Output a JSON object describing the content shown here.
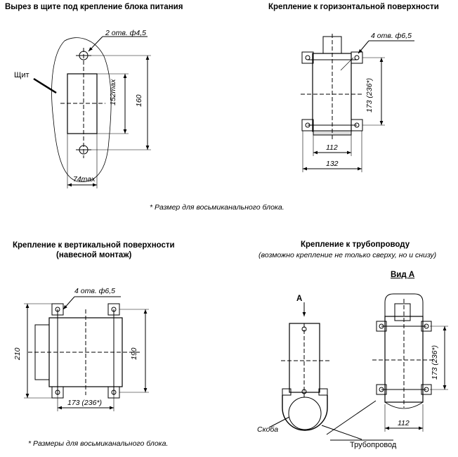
{
  "titles": {
    "cutout": "Вырез в щите под крепление блока питания",
    "horizontal": "Крепление к горизонтальной поверхности",
    "vertical_line1": "Крепление к вертикальной поверхности",
    "vertical_line2": "(навесной монтаж)",
    "pipe_line1": "Крепление к трубопроводу",
    "pipe_line2": "(возможно крепление не только сверху, но и снизу)",
    "view_a": "Вид А"
  },
  "labels": {
    "shield": "Щит",
    "bracket": "Скоба",
    "pipe": "Трубопровод",
    "arrow_a": "А"
  },
  "dimensions": {
    "cutout_holes": "2 отв. ф4,5",
    "cutout_152": "152max",
    "cutout_160": "160",
    "cutout_74": "74max",
    "horiz_holes": "4 отв. ф6,5",
    "horiz_173": "173 (236*)",
    "horiz_112": "112",
    "horiz_132": "132",
    "vert_holes": "4 отв. ф6,5",
    "vert_210": "210",
    "vert_190": "190",
    "vert_173": "173 (236*)",
    "pipe_173": "173 (236*)",
    "pipe_112": "112"
  },
  "notes": {
    "note_top": "* Размер для восьмиканального блока.",
    "note_bottom": "* Размеры для восьмиканального блока."
  }
}
